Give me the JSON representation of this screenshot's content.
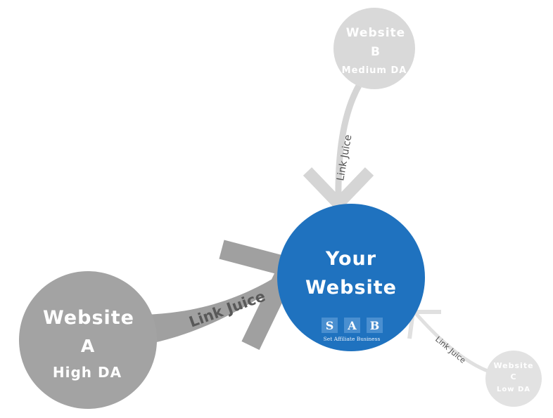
{
  "colors": {
    "your_site": "#1f72bf",
    "website_a": "#a3a3a3",
    "website_b": "#d9d9d9",
    "website_c": "#e2e2e2",
    "arrow_a": "#a0a0a0",
    "arrow_b": "#d5d5d5",
    "arrow_c": "#e0e0e0"
  },
  "center": {
    "line1": "Your",
    "line2": "Website",
    "logo_letters": [
      "S",
      "A",
      "B"
    ],
    "logo_subtitle": "Set Affiliate Business"
  },
  "website_a": {
    "line1": "Website",
    "line2": "A",
    "line3": "High DA"
  },
  "website_b": {
    "line1": "Website",
    "line2": "B",
    "line3": "Medium DA"
  },
  "website_c": {
    "line1": "Website",
    "line2": "C",
    "line3": "Low DA"
  },
  "links": {
    "a_label": "Link Juice",
    "b_label": "Link Juice",
    "c_label": "Link Juice"
  }
}
